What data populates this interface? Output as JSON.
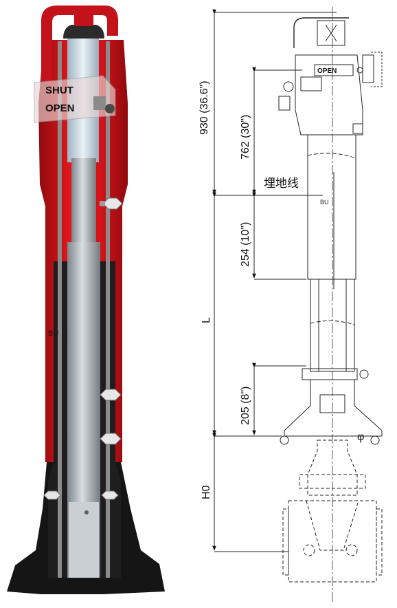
{
  "cutaway": {
    "plate_top_label": "SHUT",
    "plate_bottom_label": "OPEN",
    "casting_mark": "BU",
    "body_color": "#d7141a",
    "shaft_color": "#a9b1b7",
    "base_color": "#141414"
  },
  "drawing": {
    "dimensions": {
      "overall_height": "930 (36.6\")",
      "upper_height": "762 (30\")",
      "below_ground": "254 (10\")",
      "length": "L",
      "bottom_section": "205 (8\")",
      "valve_depth": "H0"
    },
    "ground_line_label": "埋地线",
    "phi_symbol": "φ",
    "plate_label": "OPEN",
    "casting_mark": "BU"
  }
}
